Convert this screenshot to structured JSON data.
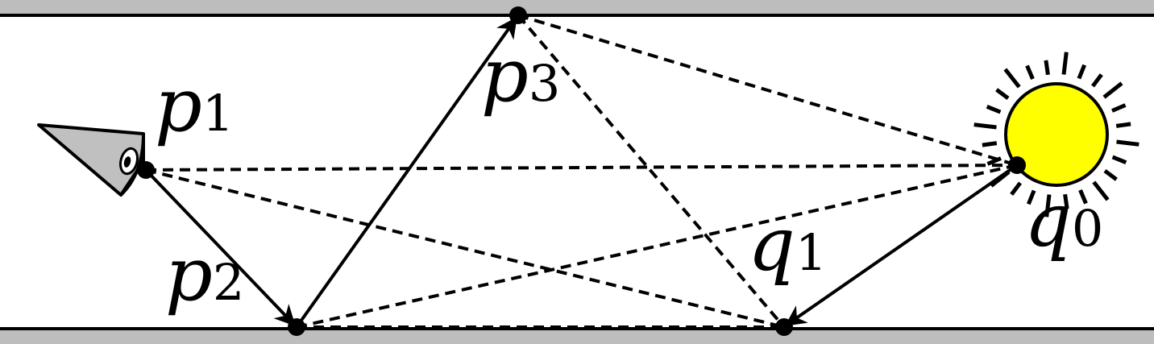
{
  "points": {
    "p1": {
      "letter": "p",
      "index": "1"
    },
    "p2": {
      "letter": "p",
      "index": "2"
    },
    "p3": {
      "letter": "p",
      "index": "3"
    },
    "q1": {
      "letter": "q",
      "index": "1"
    },
    "q0": {
      "letter": "q",
      "index": "0"
    }
  },
  "icons": {
    "eye": "eye-icon",
    "sun": "sun-icon"
  },
  "colors": {
    "surface": "#bdbdbd",
    "line": "#000000",
    "sun_fill": "#ffff00",
    "eye_fill": "#c0c0c0"
  },
  "paths": {
    "eye_path": [
      "p1",
      "p2",
      "p3"
    ],
    "light_path": [
      "q0",
      "q1"
    ],
    "connections": [
      [
        "p1",
        "q0"
      ],
      [
        "p1",
        "q1"
      ],
      [
        "p2",
        "q0"
      ],
      [
        "p2",
        "q1"
      ],
      [
        "p3",
        "q0"
      ],
      [
        "p3",
        "q1"
      ]
    ]
  }
}
